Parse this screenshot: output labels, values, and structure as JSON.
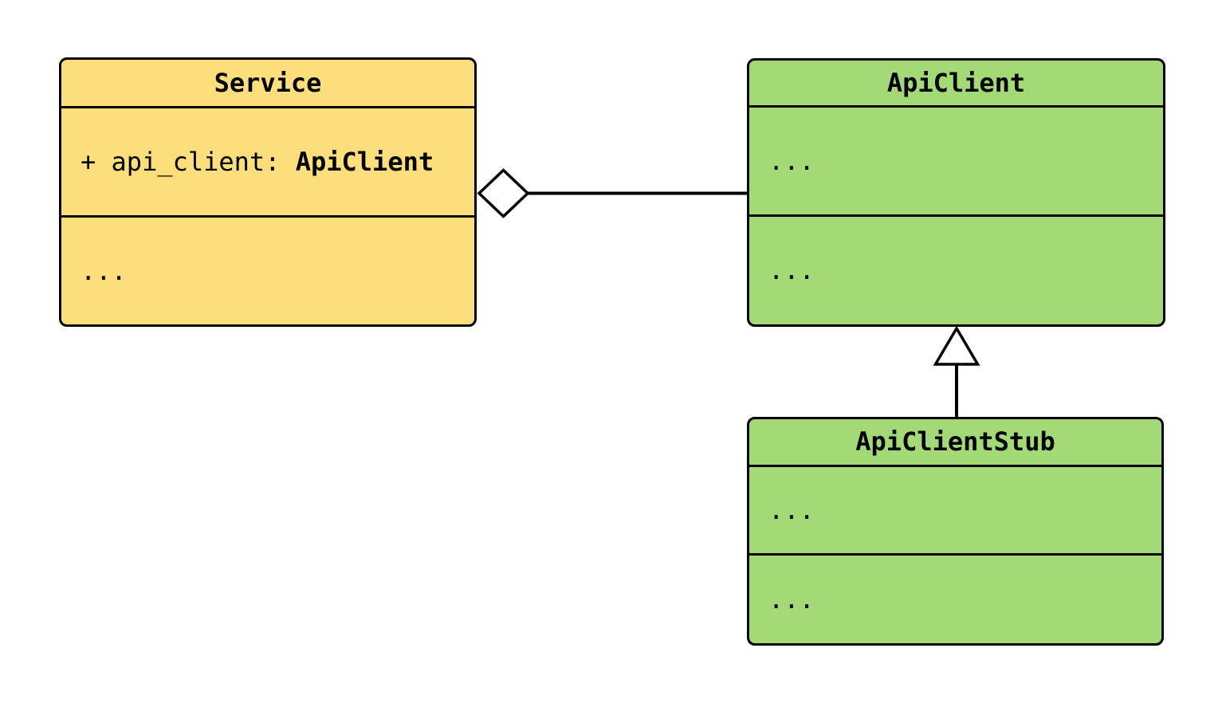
{
  "colors": {
    "background": "#ffffff",
    "stroke": "#000000",
    "service_fill": "#fcdf7c",
    "api_client_fill": "#a3d977",
    "api_client_stub_fill": "#a3d977"
  },
  "classes": {
    "service": {
      "name": "Service",
      "attribute_prefix": "+ api_client: ",
      "attribute_type": "ApiClient",
      "methods": "..."
    },
    "api_client": {
      "name": "ApiClient",
      "attributes": "...",
      "methods": "..."
    },
    "api_client_stub": {
      "name": "ApiClientStub",
      "attributes": "...",
      "methods": "..."
    }
  },
  "relationships": [
    {
      "type": "aggregation",
      "whole": "Service",
      "part": "ApiClient",
      "marker": "hollow-diamond",
      "marker_at": "Service"
    },
    {
      "type": "inheritance",
      "child": "ApiClientStub",
      "parent": "ApiClient",
      "marker": "hollow-triangle",
      "marker_at": "ApiClient"
    }
  ]
}
